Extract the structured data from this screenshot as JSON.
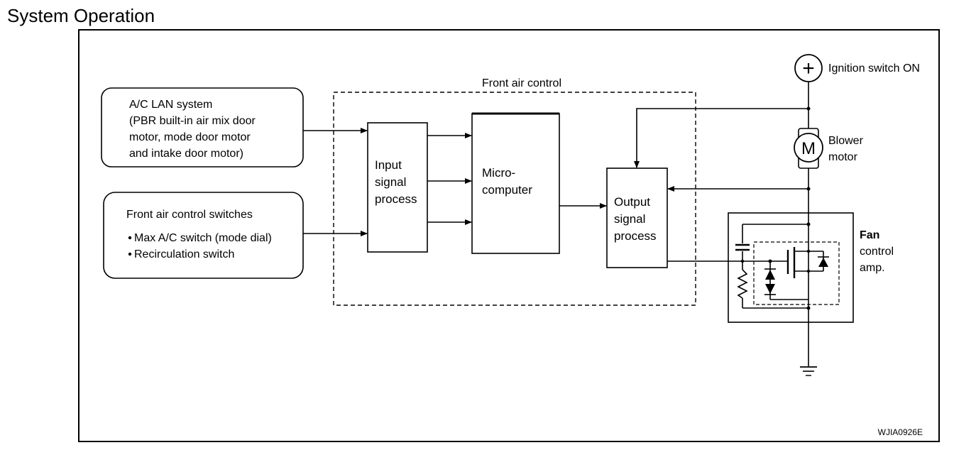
{
  "heading": "System Operation",
  "front_air_control": "Front air control",
  "ac_lan": {
    "line1": "A/C LAN system",
    "line2": "(PBR built-in air mix door",
    "line3": "motor, mode door motor",
    "line4": "and intake door motor)"
  },
  "switches": {
    "title": "Front air control switches",
    "item1": "Max A/C switch (mode dial)",
    "item2": "Recirculation switch"
  },
  "input_block": {
    "line1": "Input",
    "line2": "signal",
    "line3": "process"
  },
  "micro_block": {
    "line1": "Micro-",
    "line2": "computer"
  },
  "output_block": {
    "line1": "Output",
    "line2": "signal",
    "line3": "process"
  },
  "ignition": "Ignition switch ON",
  "blower": {
    "line1": "Blower",
    "line2": "motor"
  },
  "motor_symbol": "M",
  "plus_symbol": "+",
  "fan_amp": {
    "line1": "Fan",
    "line2": "control",
    "line3": "amp."
  },
  "figure_code": "WJIA0926E"
}
